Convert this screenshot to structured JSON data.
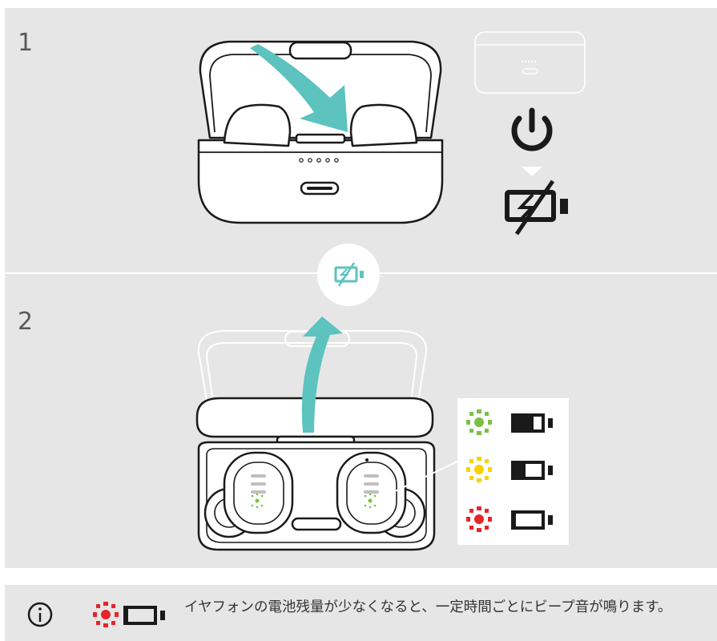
{
  "steps": [
    {
      "number": "1"
    },
    {
      "number": "2"
    }
  ],
  "info": {
    "text": "イヤフォンの電池残量が少なくなると、一定時間ごとにビープ音が鳴ります。"
  },
  "battery_legend": [
    {
      "led_color": "#7ac143",
      "level": "high"
    },
    {
      "led_color": "#f9d300",
      "level": "medium"
    },
    {
      "led_color": "#e5252a",
      "level": "low"
    }
  ],
  "colors": {
    "arrow": "#5cc3bf",
    "panel": "#e6e6e6",
    "icon": "#1a1a1a",
    "led_green": "#7ac143",
    "led_yellow": "#f9d300",
    "led_red": "#e5252a"
  }
}
